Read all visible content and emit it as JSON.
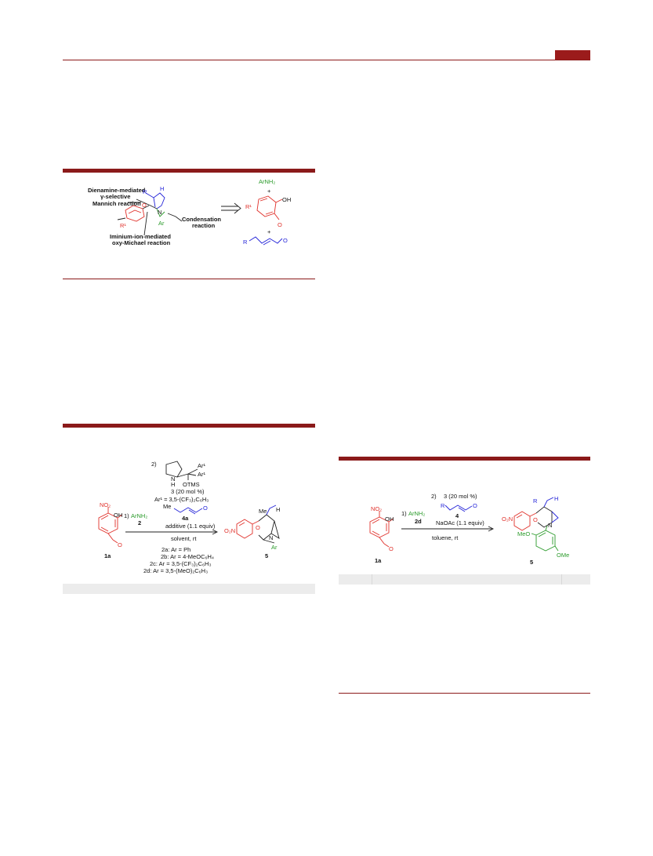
{
  "colors": {
    "accent": "#8b1a1a",
    "tab": "#9b1b1b",
    "red": "#e0302a",
    "blue": "#2424d8",
    "green": "#2a9a2a",
    "shade": "#ececec"
  },
  "figure1": {
    "labels": {
      "dienamine": "Dienamine-mediated",
      "gamma": "γ-selective",
      "mannich": "Mannich reaction",
      "iminium": "Iminium-ion-mediated",
      "oxy_michael": "oxy-Michael reaction",
      "condensation": "Condensation",
      "reaction": "reaction",
      "r": "R",
      "h": "H",
      "o": "O",
      "n": "N",
      "ar": "Ar",
      "r1": "R¹",
      "arnh2": "ArNH₂",
      "plus1": "+",
      "oh": "OH",
      "r1b": "R¹",
      "o2": "O",
      "plus2": "+",
      "r2": "R",
      "o3": "O"
    }
  },
  "scheme2": {
    "step2": "2)",
    "ar1a": "Ar¹",
    "ar1b": "Ar¹",
    "nh_n": "N",
    "nh_h": "H",
    "otms": "OTMS",
    "cat": "3 (20 mol %)",
    "ar1def": "Ar¹ = 3,5-(CF₃)₂C₆H₃",
    "no2": "NO₂",
    "oh": "OH",
    "step1": "1)",
    "arnh2": "ArNH₂",
    "num2": "2",
    "me": "Me",
    "num4a": "4a",
    "additive": "additive (1.1 equiv)",
    "solvent": "solvent, rt",
    "label1a": "1a",
    "o": "O",
    "o2n": "O₂N",
    "prod_me": "Me",
    "prod_h": "H",
    "prod_o": "O",
    "prod_n": "N",
    "prod_ar": "Ar",
    "label5": "5",
    "d2a": "2a: Ar = Ph",
    "d2b": "2b: Ar = 4-MeOC₆H₄",
    "d2c": "2c: Ar = 3,5-(CF₃)₂C₆H₃",
    "d2d": "2d: Ar = 3,5-(MeO)₂C₆H₃"
  },
  "scheme3": {
    "no2": "NO₂",
    "oh": "OH",
    "step1": "1)",
    "arnh2": "ArNH₂",
    "num2d": "2d",
    "step2": "2)",
    "cat": "3 (20 mol %)",
    "r": "R",
    "num4": "4",
    "naoac": "NaOAc (1.1 equiv)",
    "toluene": "toluene, rt",
    "label1a": "1a",
    "o": "O",
    "prod_r": "R",
    "prod_h": "H",
    "o2n": "O₂N",
    "prod_o": "O",
    "prod_n": "N",
    "meo": "MeO",
    "ome": "OMe",
    "label5": "5"
  }
}
